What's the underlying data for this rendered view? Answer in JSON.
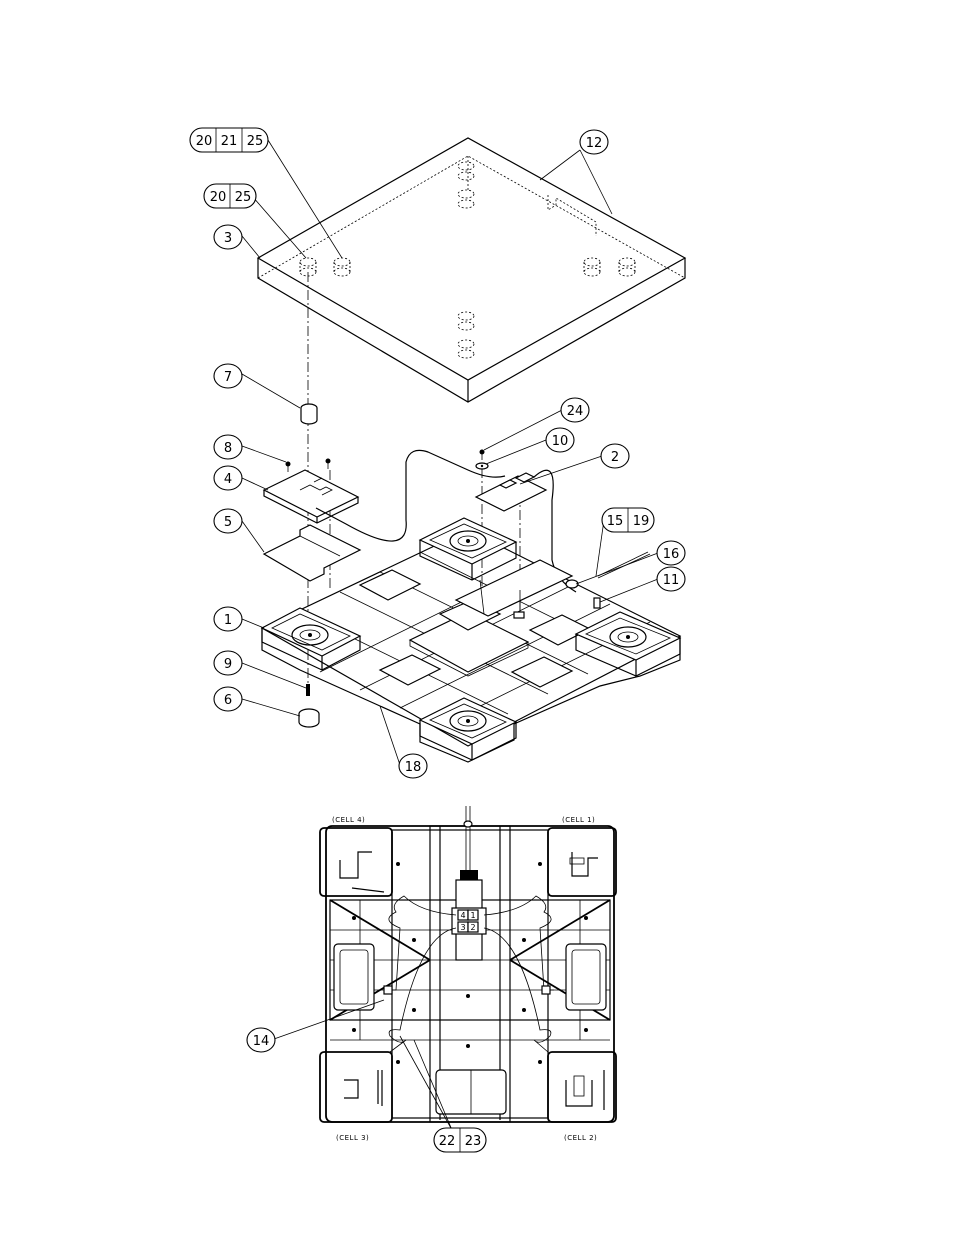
{
  "callouts": {
    "c_20_21_25": [
      "20",
      "21",
      "25"
    ],
    "c_20_25": [
      "20",
      "25"
    ],
    "c_12": "12",
    "c_3": "3",
    "c_7": "7",
    "c_24": "24",
    "c_10": "10",
    "c_2": "2",
    "c_8": "8",
    "c_4": "4",
    "c_15_19": [
      "15",
      "19"
    ],
    "c_5": "5",
    "c_16": "16",
    "c_11": "11",
    "c_1": "1",
    "c_9": "9",
    "c_6": "6",
    "c_18": "18",
    "c_14": "14",
    "c_22_23": [
      "22",
      "23"
    ]
  },
  "cells": {
    "cell1": "(CELL 1)",
    "cell2": "(CELL 2)",
    "cell3": "(CELL 3)",
    "cell4": "(CELL 4)"
  },
  "connector": [
    "4",
    "1",
    "3",
    "2"
  ]
}
